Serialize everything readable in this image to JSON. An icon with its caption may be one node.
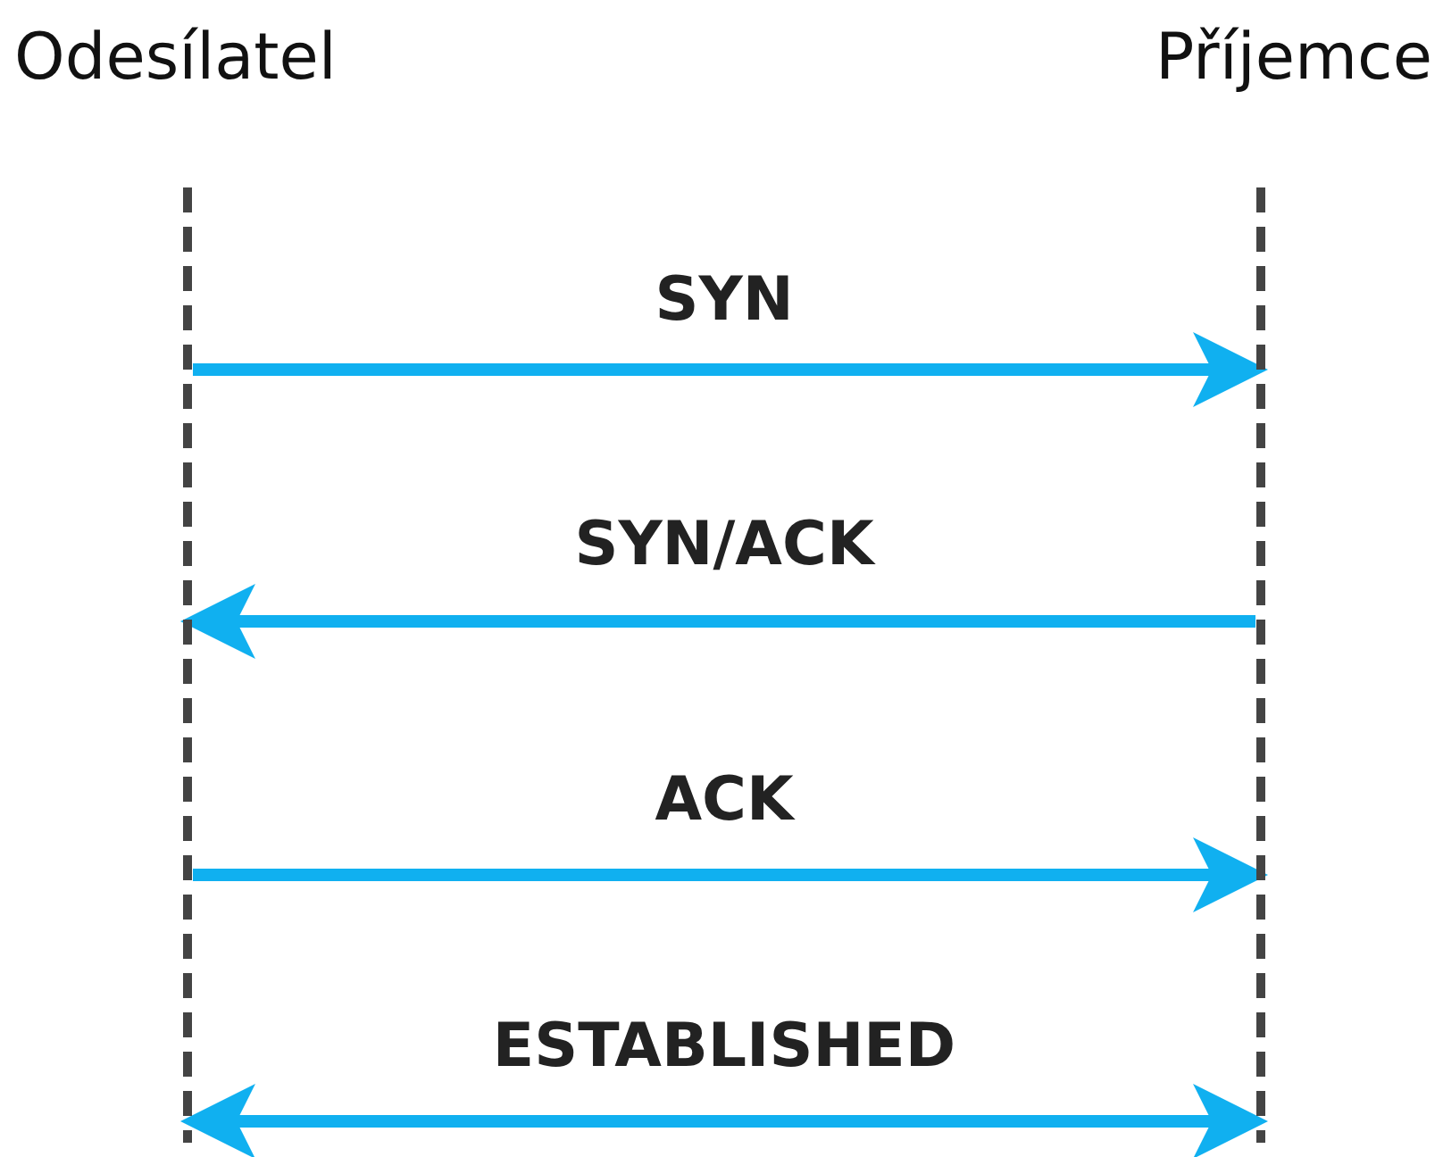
{
  "diagram": {
    "nodes": [
      {
        "text": [
          "Odesílatel"
        ]
      },
      {
        "text": [
          "Příjemce"
        ]
      }
    ],
    "edges": [
      {
        "from": 0,
        "to": 1,
        "arrow": "to",
        "label": "SYN"
      },
      {
        "from": 1,
        "to": 0,
        "arrow": "to",
        "label": "SYN/ACK"
      },
      {
        "from": 0,
        "to": 1,
        "arrow": "to",
        "label": "ACK"
      },
      {
        "from": 0,
        "to": 1,
        "arrow": "both",
        "label": "ESTABLISHED"
      }
    ]
  }
}
